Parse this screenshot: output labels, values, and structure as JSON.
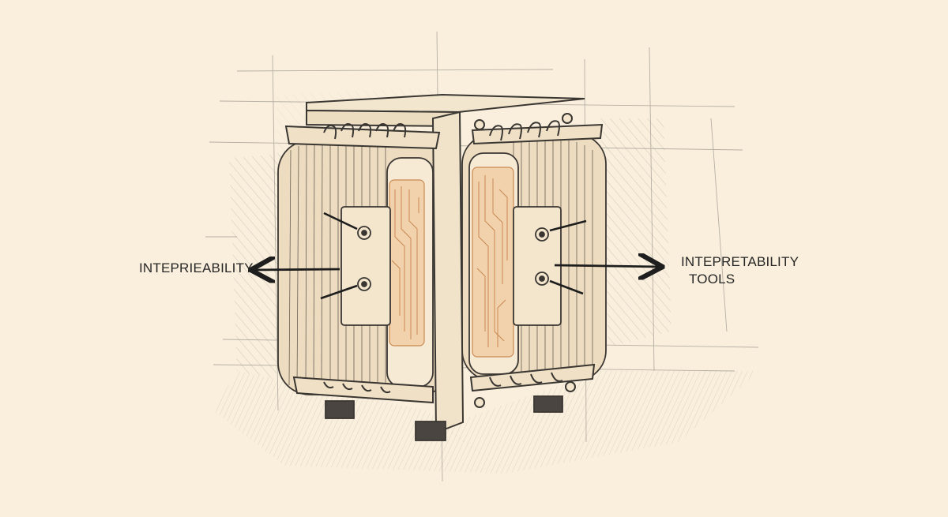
{
  "labels": {
    "left": "INTEPRIEABILITY",
    "right_line1": "INTEPRETABILITY",
    "right_line2": "TOOLS"
  },
  "colors": {
    "paper": "#f9efdc",
    "ink": "#3a3632",
    "hatch": "#8d8780",
    "circuit": "#c98a52",
    "circuit_fill": "#f2d2ad"
  }
}
